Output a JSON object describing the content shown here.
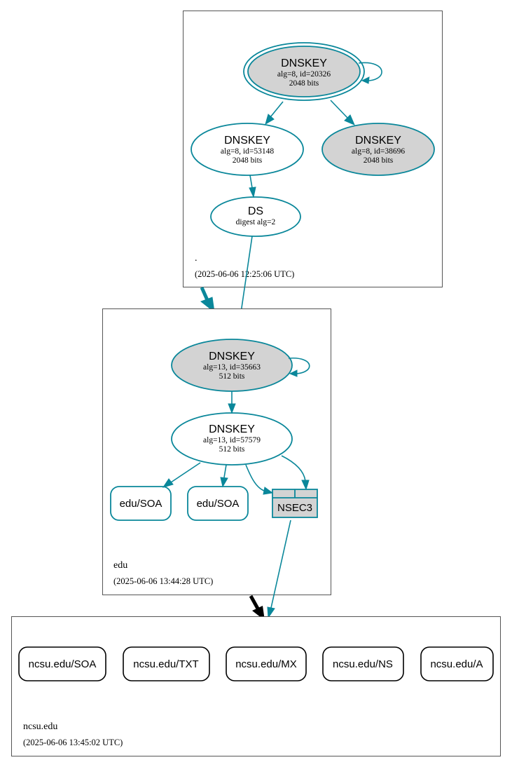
{
  "zones": {
    "root": {
      "name": ".",
      "timestamp": "(2025-06-06 12:25:06 UTC)",
      "nodes": {
        "ksk": {
          "type": "DNSKEY",
          "detail": "alg=8, id=20326",
          "bits": "2048 bits"
        },
        "zsk": {
          "type": "DNSKEY",
          "detail": "alg=8, id=53148",
          "bits": "2048 bits"
        },
        "key3": {
          "type": "DNSKEY",
          "detail": "alg=8, id=38696",
          "bits": "2048 bits"
        },
        "ds": {
          "type": "DS",
          "detail": "digest alg=2"
        }
      }
    },
    "edu": {
      "name": "edu",
      "timestamp": "(2025-06-06 13:44:28 UTC)",
      "nodes": {
        "ksk": {
          "type": "DNSKEY",
          "detail": "alg=13, id=35663",
          "bits": "512 bits"
        },
        "zsk": {
          "type": "DNSKEY",
          "detail": "alg=13, id=57579",
          "bits": "512 bits"
        },
        "soa1": {
          "label": "edu/SOA"
        },
        "soa2": {
          "label": "edu/SOA"
        },
        "nsec3": {
          "label": "NSEC3"
        }
      }
    },
    "ncsu": {
      "name": "ncsu.edu",
      "timestamp": "(2025-06-06 13:45:02 UTC)",
      "records": [
        {
          "label": "ncsu.edu/SOA"
        },
        {
          "label": "ncsu.edu/TXT"
        },
        {
          "label": "ncsu.edu/MX"
        },
        {
          "label": "ncsu.edu/NS"
        },
        {
          "label": "ncsu.edu/A"
        }
      ]
    }
  },
  "colors": {
    "edge": "#0a879a",
    "node_gray": "#d3d3d3",
    "delegation_insecure": "#000000"
  }
}
